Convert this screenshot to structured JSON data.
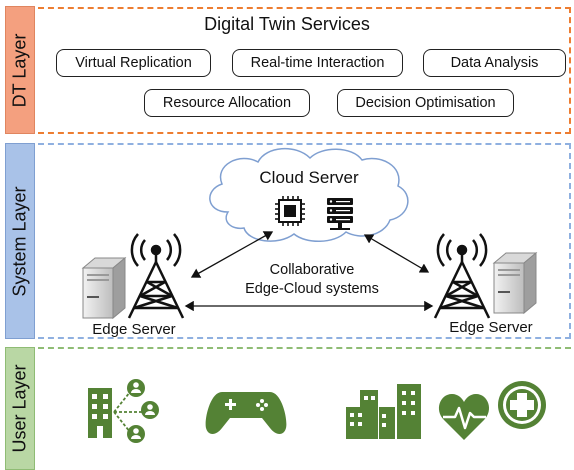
{
  "layers": {
    "dt": "DT Layer",
    "system": "System Layer",
    "user": "User Layer"
  },
  "dt_layer": {
    "title": "Digital Twin Services",
    "services": [
      "Virtual Replication",
      "Real-time Interaction",
      "Data Analysis",
      "Resource Allocation",
      "Decision Optimisation"
    ]
  },
  "system_layer": {
    "cloud_label": "Cloud Server",
    "collab_label_line1": "Collaborative",
    "collab_label_line2": "Edge-Cloud systems",
    "edge_left_label": "Edge Server",
    "edge_right_label": "Edge Server"
  },
  "user_layer": {
    "icons": [
      "building-network-icon",
      "gamepad-icon",
      "city-buildings-icon",
      "health-heart-icon",
      "medical-cross-icon"
    ]
  },
  "colors": {
    "dt_accent": "#ed7d31",
    "system_accent": "#8fb0e0",
    "user_accent": "#548235"
  }
}
